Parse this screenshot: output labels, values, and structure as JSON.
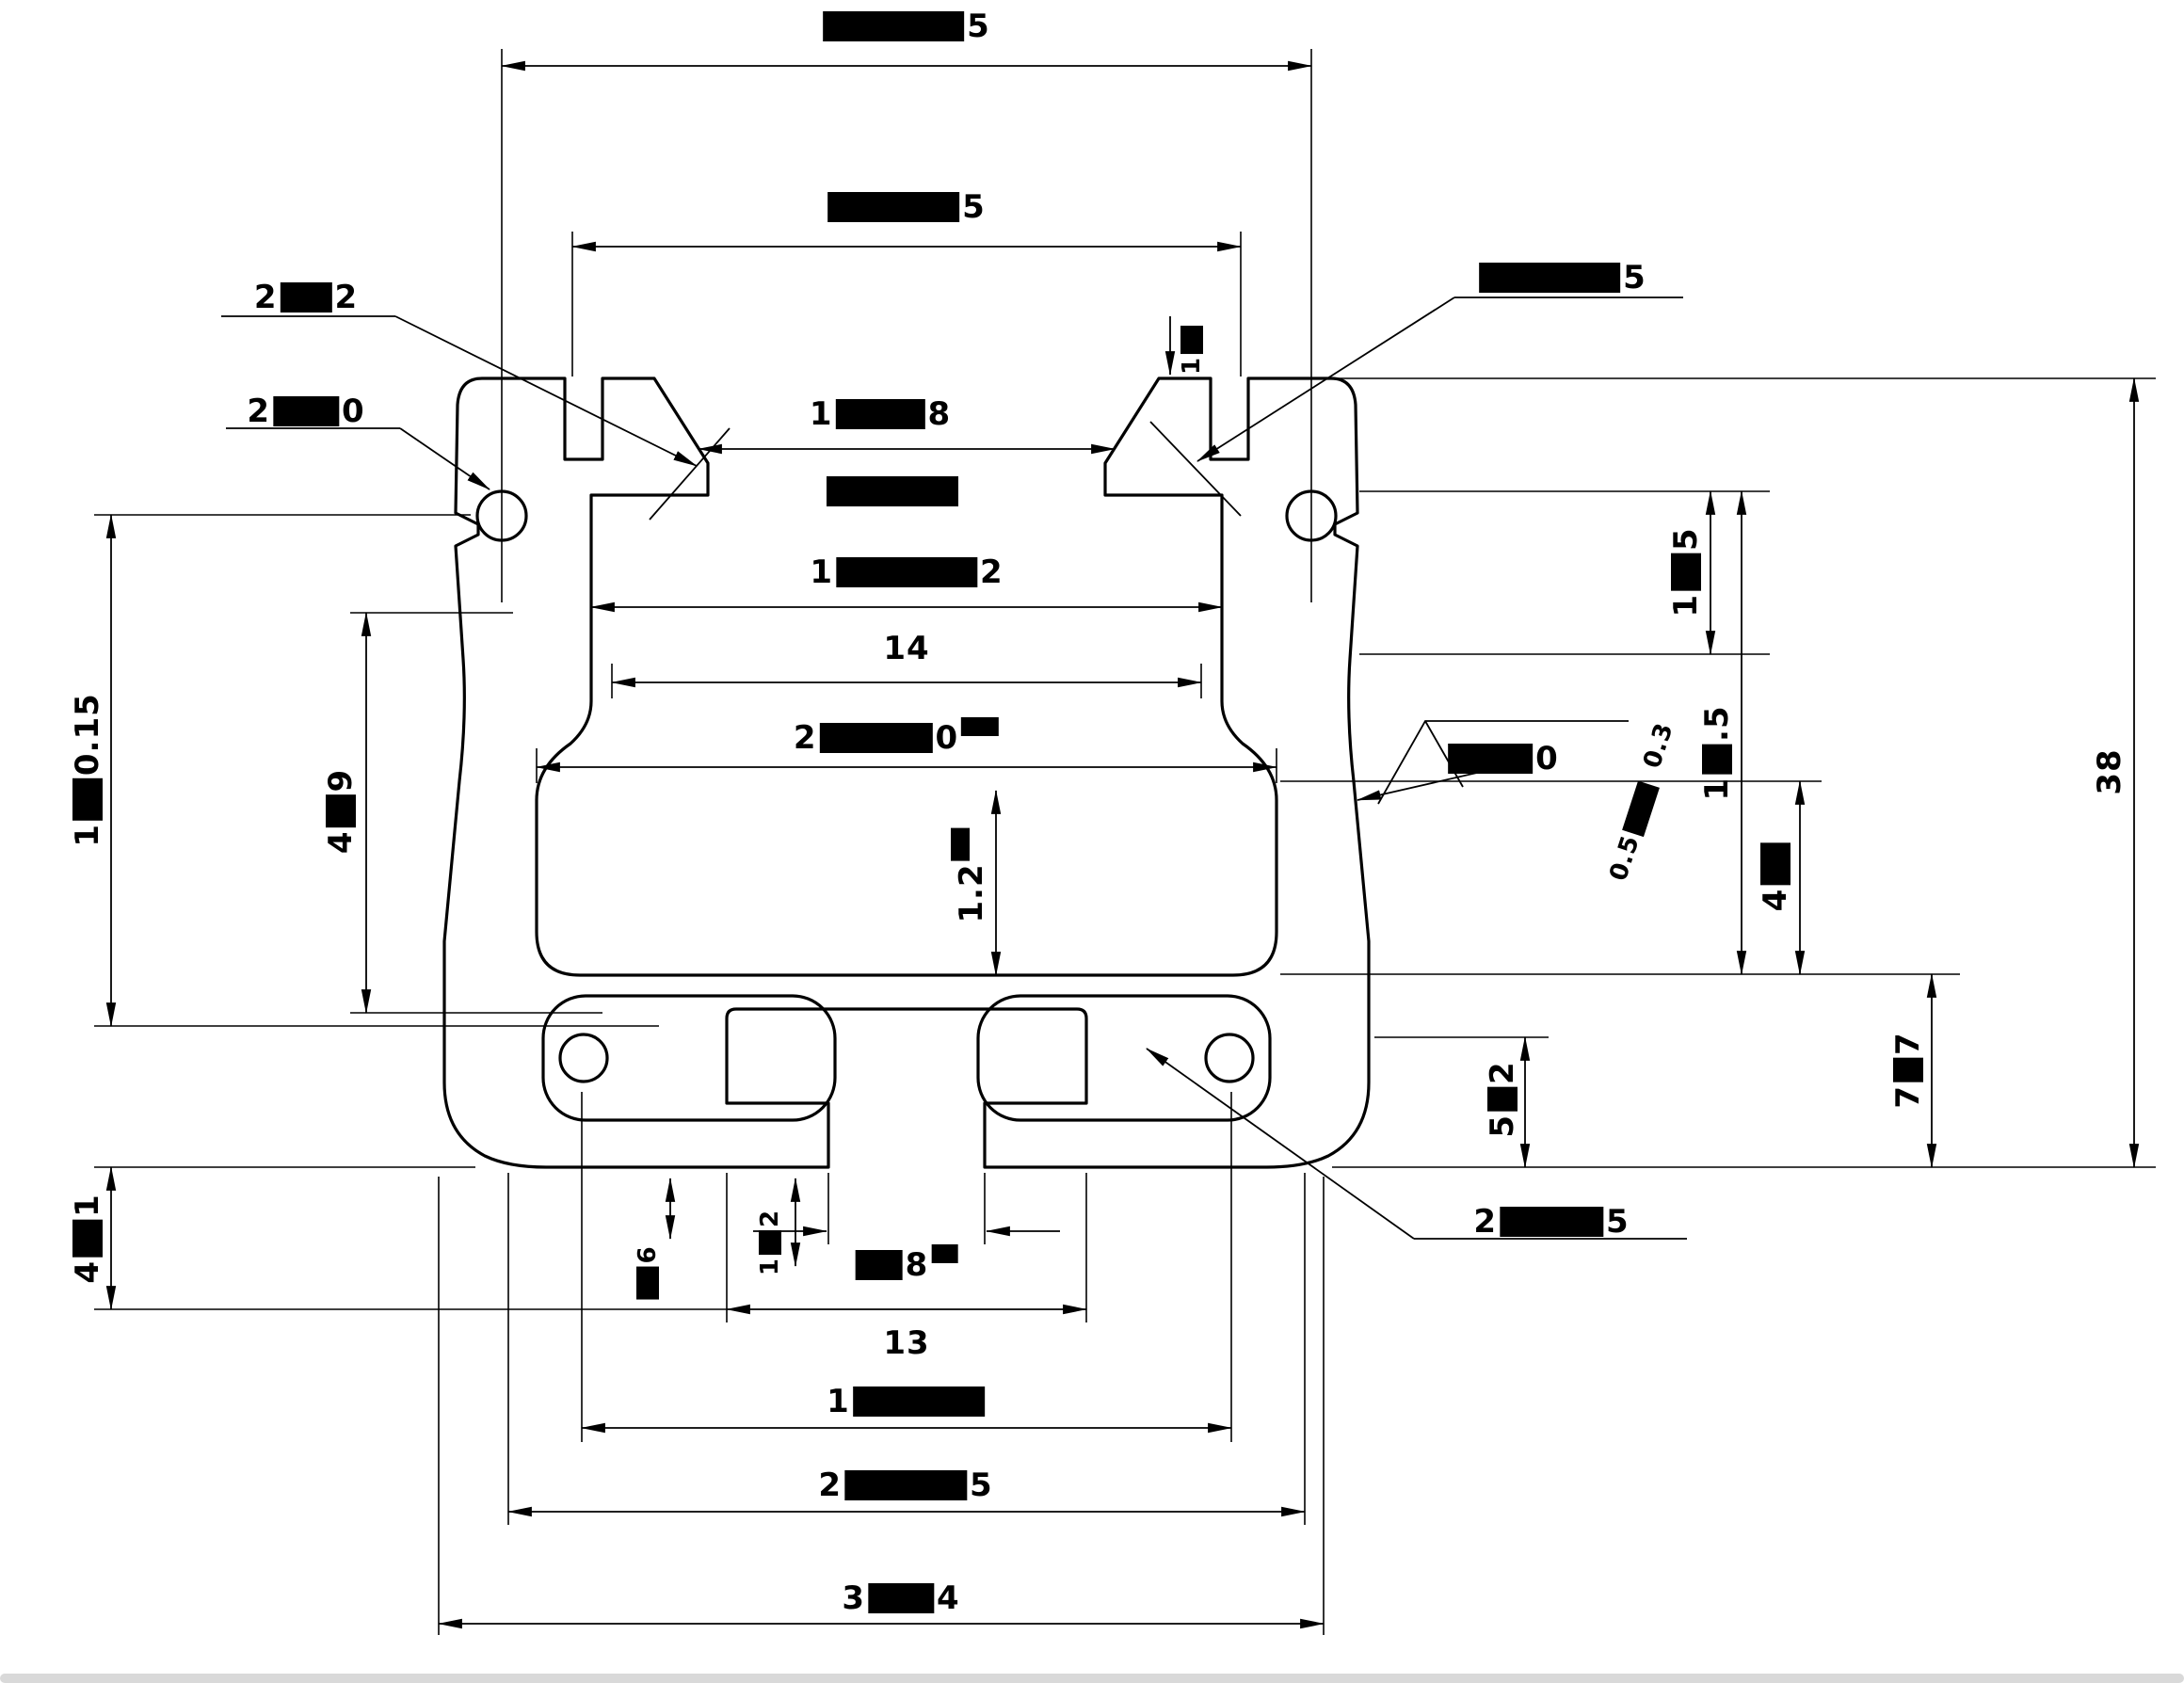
{
  "drawing": {
    "type": "technical-dimension-drawing",
    "subject": "extruded-profile-cross-section",
    "colors": {
      "ink": "#000000",
      "background": "#ffffff",
      "edge_strip": "#d9d9d9"
    },
    "labels": {
      "dim_top_outer": [
        {
          "r": 150
        },
        {
          "t": "5"
        }
      ],
      "dim_top_inner": [
        {
          "r": 140
        },
        {
          "t": "5"
        }
      ],
      "leader_ear": [
        {
          "t": "2"
        },
        {
          "r": 55
        },
        {
          "t": "2"
        }
      ],
      "leader_hook": [
        {
          "t": "2"
        },
        {
          "r": 70
        },
        {
          "t": "0"
        }
      ],
      "leader_right": [
        {
          "r": 150
        },
        {
          "t": "5"
        }
      ],
      "dim_chamfer": [
        {
          "t": "1"
        },
        {
          "r": 95
        },
        {
          "t": "8"
        }
      ],
      "note_center": [
        {
          "r": 140
        }
      ],
      "dim_lip": [
        {
          "t": "1"
        },
        {
          "r": 30
        }
      ],
      "dim_groove": [
        {
          "t": "1"
        },
        {
          "r": 150
        },
        {
          "t": "2"
        }
      ],
      "dim_shelf": [
        {
          "t": "14"
        }
      ],
      "dim_cavity": [
        {
          "t": "2"
        },
        {
          "r": 120
        },
        {
          "t": "0"
        },
        {
          "r": 40,
          "sup": true
        }
      ],
      "dim_web": [
        {
          "t": "1.2"
        },
        {
          "r": 35,
          "sup": true
        }
      ],
      "dim_right_a": [
        {
          "t": "1"
        },
        {
          "r": 40
        },
        {
          "t": "5"
        }
      ],
      "dim_right_b": [
        {
          "t": "1"
        },
        {
          "r": 32
        },
        {
          "t": ".5"
        }
      ],
      "dim_right_c": [
        {
          "t": "4"
        },
        {
          "r": 45
        }
      ],
      "tol_upper": [
        {
          "t": "0.3"
        }
      ],
      "tol_lower": [
        {
          "t": "0.5"
        },
        {
          "r": 55
        }
      ],
      "surface_note": [
        {
          "r": 90
        },
        {
          "t": "0"
        }
      ],
      "dim_overall_height": [
        {
          "t": "38"
        }
      ],
      "dim_slab_height": [
        {
          "t": "7"
        },
        {
          "r": 26
        },
        {
          "t": "7"
        }
      ],
      "dim_right_lower": [
        {
          "t": "5"
        },
        {
          "r": 26
        },
        {
          "t": "2"
        }
      ],
      "dim_slot_mouth": [
        {
          "r": 50
        },
        {
          "t": "8"
        },
        {
          "r": 28,
          "sup": true
        }
      ],
      "dim_chamber": [
        {
          "t": "13"
        }
      ],
      "dim_circle_spacing": [
        {
          "t": "1"
        },
        {
          "r": 140
        }
      ],
      "dim_lower_outer": [
        {
          "t": "2"
        },
        {
          "r": 130
        },
        {
          "t": "5"
        }
      ],
      "dim_overall_width": [
        {
          "t": "3"
        },
        {
          "r": 70
        },
        {
          "t": "4"
        }
      ],
      "leader_bottom_right": [
        {
          "t": "2"
        },
        {
          "r": 110
        },
        {
          "t": "5"
        }
      ],
      "dim_left_height": [
        {
          "t": "1"
        },
        {
          "r": 45
        },
        {
          "t": "0.15"
        }
      ],
      "dim_left_mid": [
        {
          "t": "4"
        },
        {
          "r": 35
        },
        {
          "t": "9"
        }
      ],
      "dim_left_lower": [
        {
          "t": "4"
        },
        {
          "r": 40
        },
        {
          "t": "1"
        }
      ],
      "dim_step_a": [
        {
          "r": 35
        },
        {
          "t": "6"
        }
      ],
      "dim_step_b": [
        {
          "t": "1"
        },
        {
          "r": 26
        },
        {
          "t": "2"
        }
      ]
    }
  }
}
